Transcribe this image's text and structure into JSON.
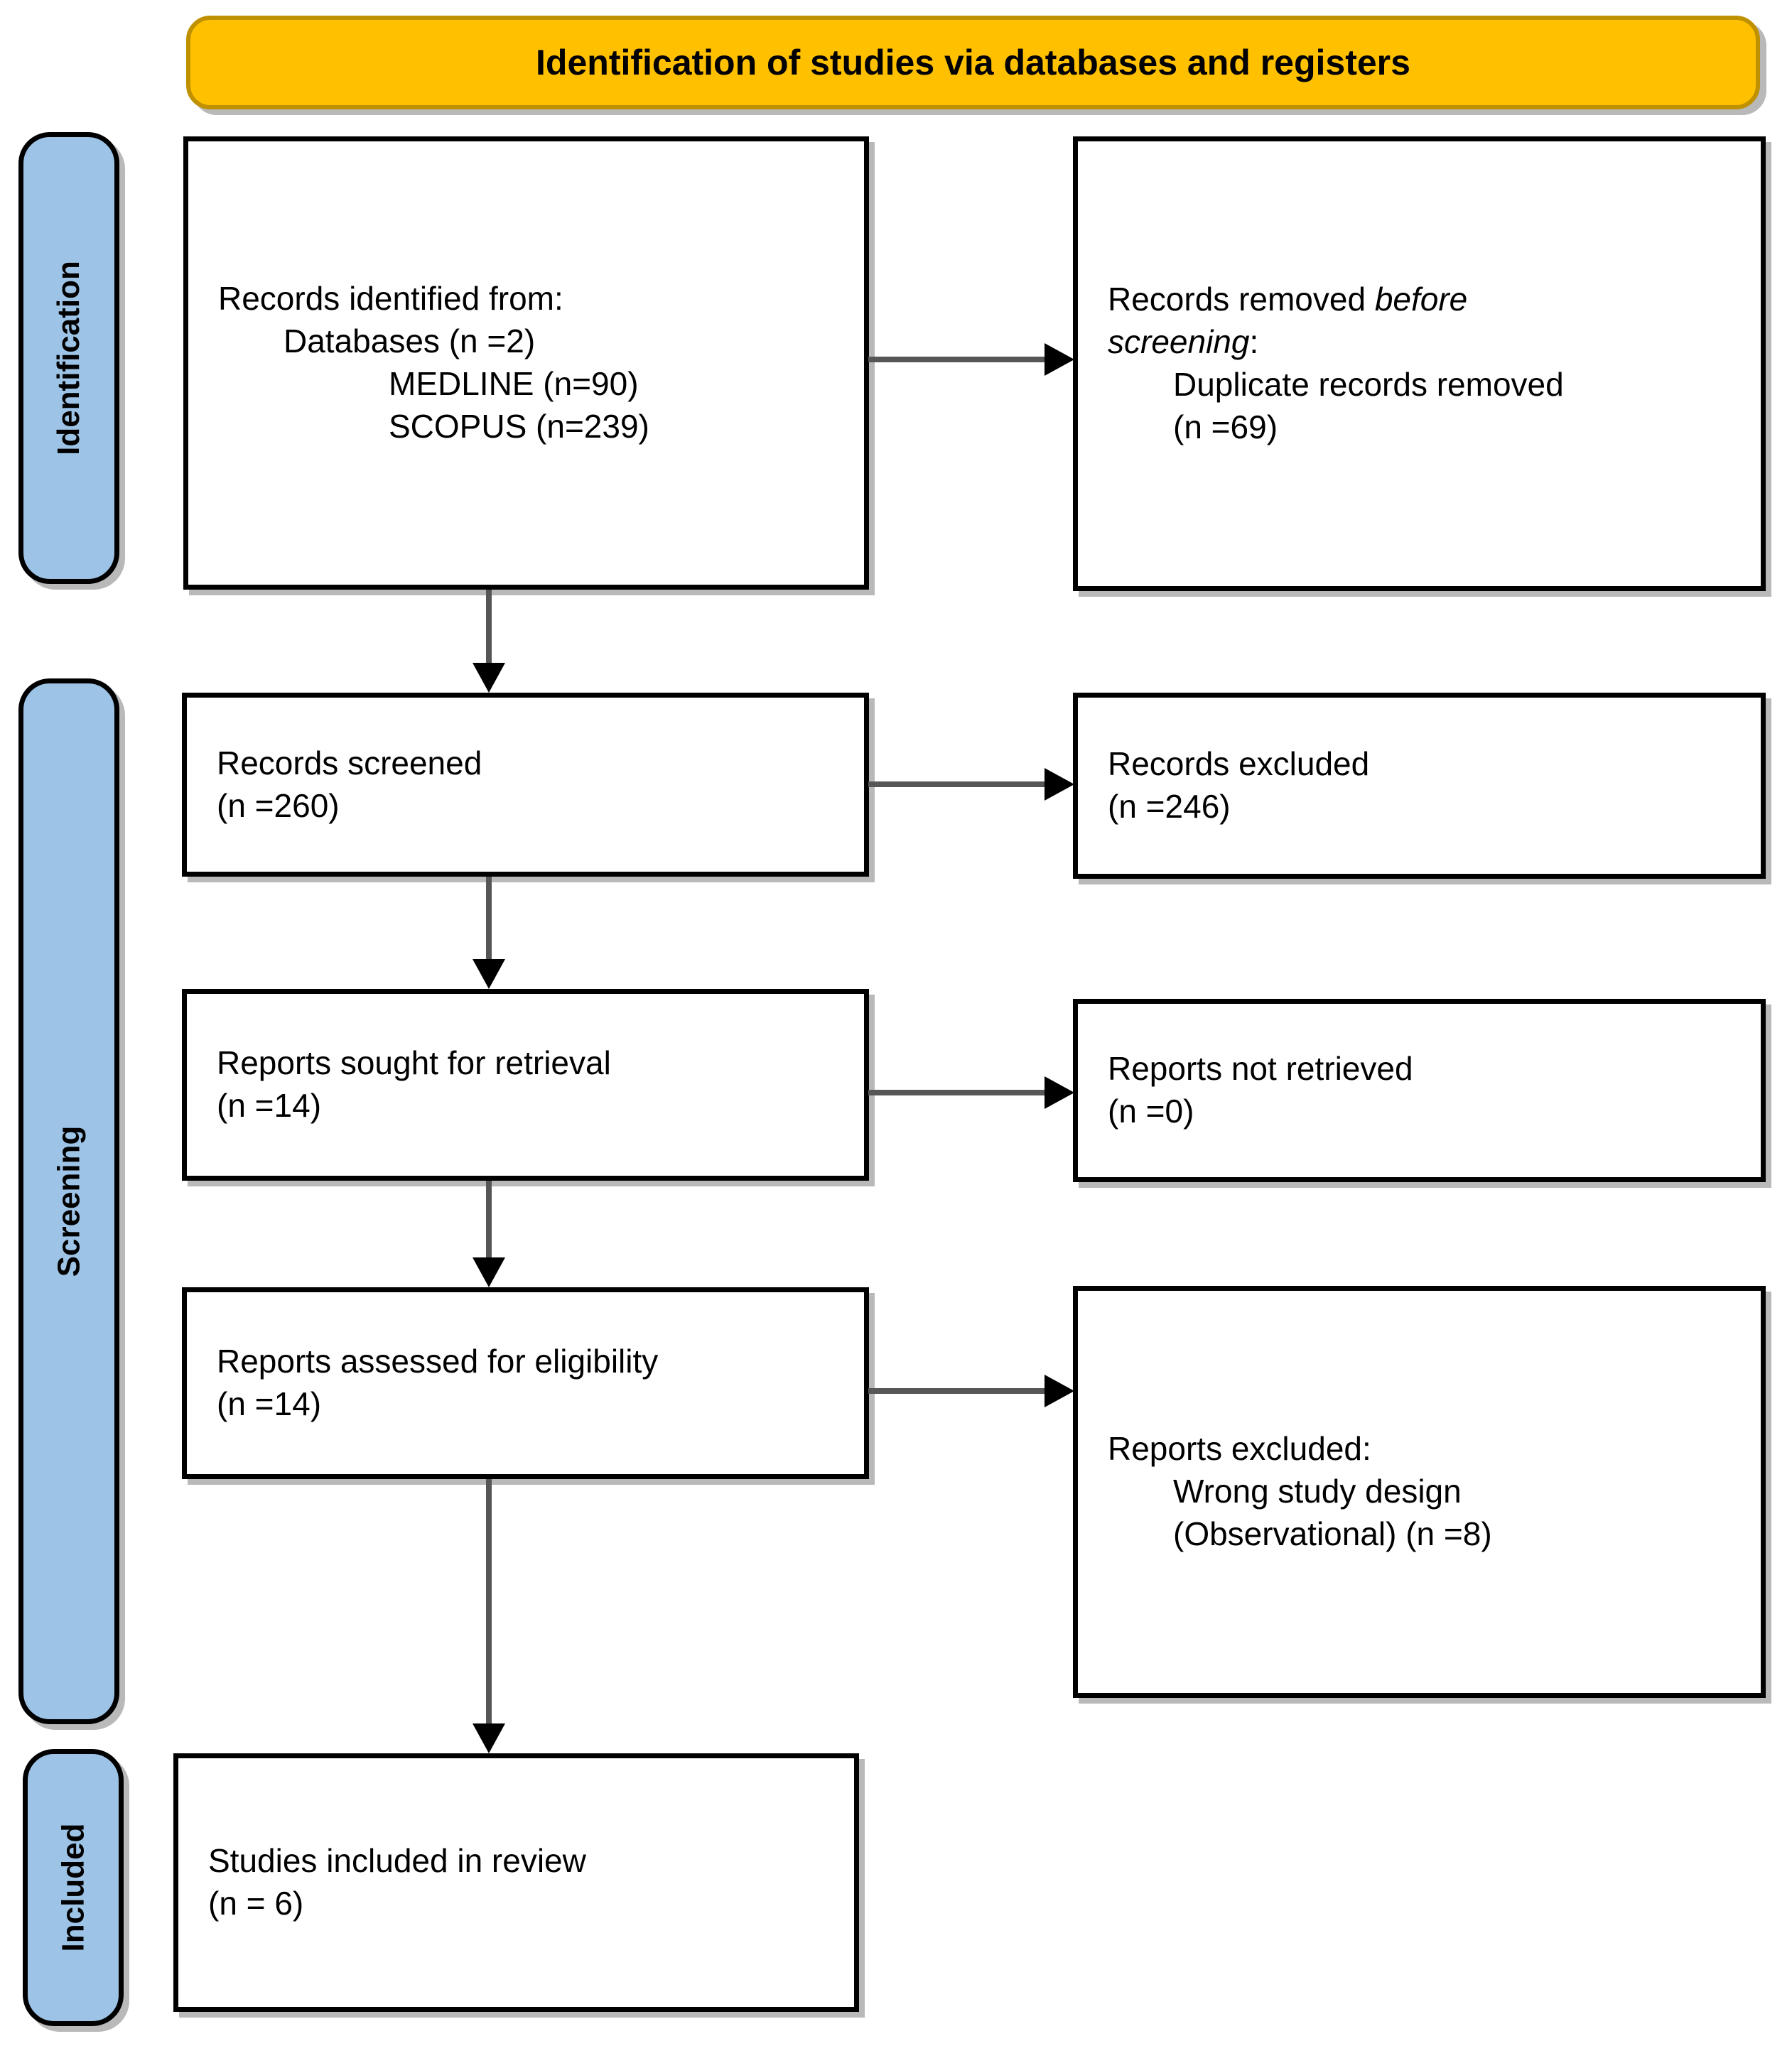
{
  "header": {
    "title": "Identification of studies via databases and registers"
  },
  "sidebar": {
    "stages": [
      {
        "label": "Identification"
      },
      {
        "label": "Screening"
      },
      {
        "label": "Included"
      }
    ]
  },
  "boxes": {
    "records_identified": {
      "lines": [
        "Records identified from:",
        "Databases (n =2)",
        "MEDLINE (n=90)",
        "SCOPUS (n=239)"
      ]
    },
    "records_removed": {
      "line1_text": "Records removed ",
      "line1_italic": "before",
      "line2_italic": "screening",
      "line2_suffix": ":",
      "line3": "Duplicate records removed",
      "line4": "(n =69)"
    },
    "records_screened": {
      "lines": [
        "Records screened",
        "(n =260)"
      ]
    },
    "records_excluded": {
      "lines": [
        "Records excluded",
        "(n =246)"
      ]
    },
    "reports_sought": {
      "lines": [
        "Reports sought for retrieval",
        "(n =14)"
      ]
    },
    "reports_not_retrieved": {
      "lines": [
        "Reports not retrieved",
        "(n =0)"
      ]
    },
    "reports_assessed": {
      "lines": [
        "Reports assessed for eligibility",
        "(n =14)"
      ]
    },
    "reports_excluded": {
      "lines": [
        "Reports excluded:",
        "Wrong study design",
        "(Observational) (n =8)"
      ]
    },
    "studies_included": {
      "lines": [
        "Studies included in review",
        "(n = 6)"
      ]
    }
  },
  "colors": {
    "header_fill": "#FFC000",
    "header_border": "#BF9000",
    "stage_fill": "#9DC3E6",
    "box_border": "#000000",
    "arrow_line": "#565656",
    "arrow_head": "#000000"
  }
}
